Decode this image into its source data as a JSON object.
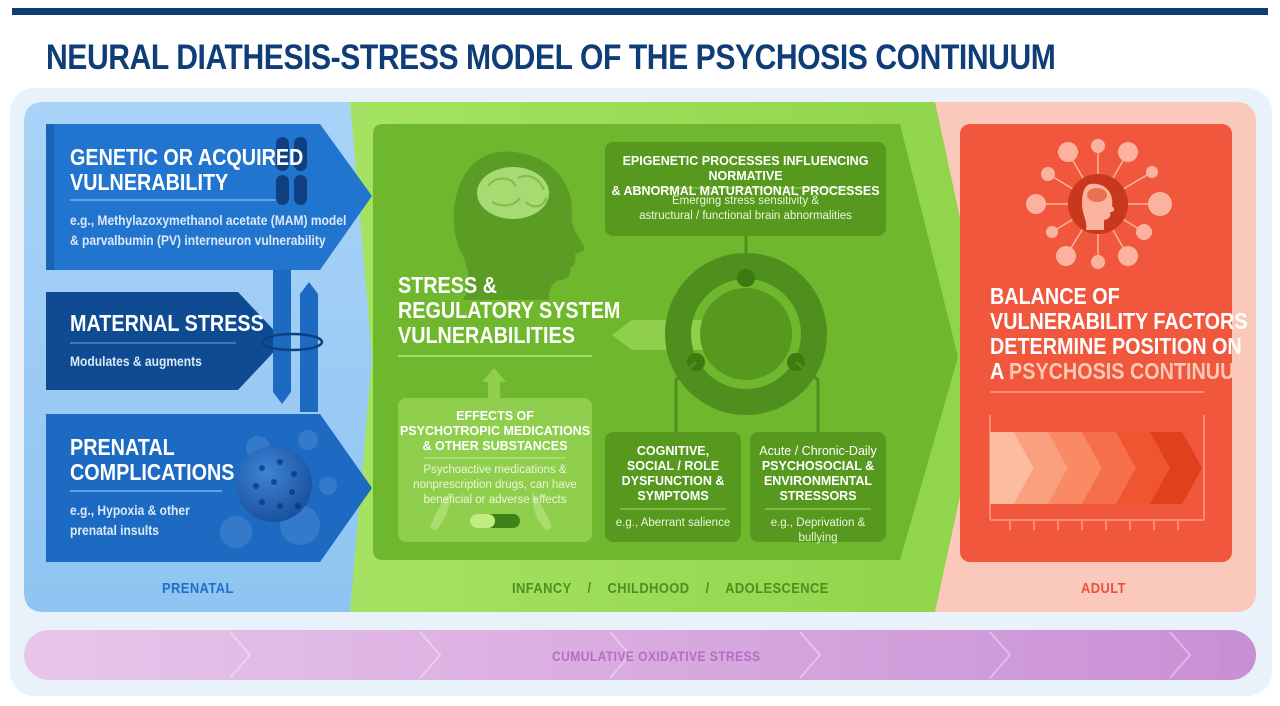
{
  "title": "NEURAL DIATHESIS-STRESS MODEL OF THE PSYCHOSIS CONTINUUM",
  "prenatal": {
    "genetic": {
      "title_line1": "GENETIC OR ACQUIRED",
      "title_line2": "VULNERABILITY",
      "desc_line1": "e.g., Methylazoxymethanol acetate (MAM) model",
      "desc_line2": "& parvalbumin (PV) interneuron vulnerability"
    },
    "maternal": {
      "title": "MATERNAL STRESS",
      "desc": "Modulates & augments"
    },
    "complications": {
      "title_line1": "PRENATAL",
      "title_line2": "COMPLICATIONS",
      "desc_line1": "e.g., Hypoxia & other",
      "desc_line2": "prenatal insults"
    },
    "label": "PRENATAL"
  },
  "middle": {
    "stress": {
      "line1": "STRESS &",
      "line2": "REGULATORY SYSTEM",
      "line3": "VULNERABILITIES"
    },
    "epigenetic": {
      "title_line1": "EPIGENETIC PROCESSES INFLUENCING NORMATIVE",
      "title_line2": "& ABNORMAL MATURATIONAL PROCESSES",
      "desc_line1": "Emerging stress sensitivity &",
      "desc_line2": "astructural / functional brain abnormalities"
    },
    "medications": {
      "title_line1": "EFFECTS OF",
      "title_line2": "PSYCHOTROPIC MEDICATIONS",
      "title_line3": "& OTHER SUBSTANCES",
      "desc_line1": "Psychoactive medications &",
      "desc_line2": "nonprescription drugs, can have",
      "desc_line3": "beneficial or adverse effects"
    },
    "cognitive": {
      "title_line1": "COGNITIVE,",
      "title_line2": "SOCIAL / ROLE",
      "title_line3": "DYSFUNCTION &",
      "title_line4": "SYMPTOMS",
      "desc": "e.g., Aberrant salience"
    },
    "psychosocial": {
      "title_line1": "Acute / Chronic-Daily",
      "title_line2": "PSYCHOSOCIAL &",
      "title_line3": "ENVIRONMENTAL",
      "title_line4": "STRESSORS",
      "desc": "e.g., Deprivation & bullying"
    },
    "label_infancy": "INFANCY",
    "label_sep1": "/",
    "label_childhood": "CHILDHOOD",
    "label_sep2": "/",
    "label_adolescence": "ADOLESCENCE"
  },
  "adult": {
    "line1": "BALANCE OF",
    "line2": "VULNERABILITY FACTORS",
    "line3": "DETERMINE POSITION ON",
    "line4_a": "A",
    "line4_b": "PSYCHOSIS CONTINUUM",
    "label": "ADULT"
  },
  "oxidative": "CUMULATIVE OXIDATIVE STRESS",
  "colors": {
    "navy": "#0f3d78",
    "blue": "#1f6fc6",
    "green": "#79c234",
    "red": "#f0573c",
    "purple": "#c993d6"
  }
}
